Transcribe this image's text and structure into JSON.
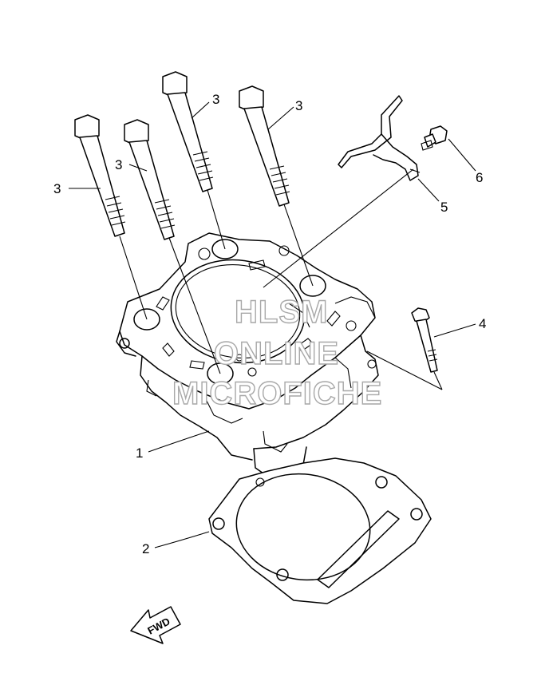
{
  "diagram": {
    "callouts": {
      "c1": "1",
      "c2": "2",
      "c3a": "3",
      "c3b": "3",
      "c3c": "3",
      "c3d": "3",
      "c4": "4",
      "c5": "5",
      "c6": "6"
    },
    "watermark": {
      "line1": "HLSM",
      "line2": "ONLINE",
      "line3": "MICROFICHE",
      "color": "#a8a8a8"
    },
    "forward_arrow": {
      "label": "FWD"
    }
  }
}
